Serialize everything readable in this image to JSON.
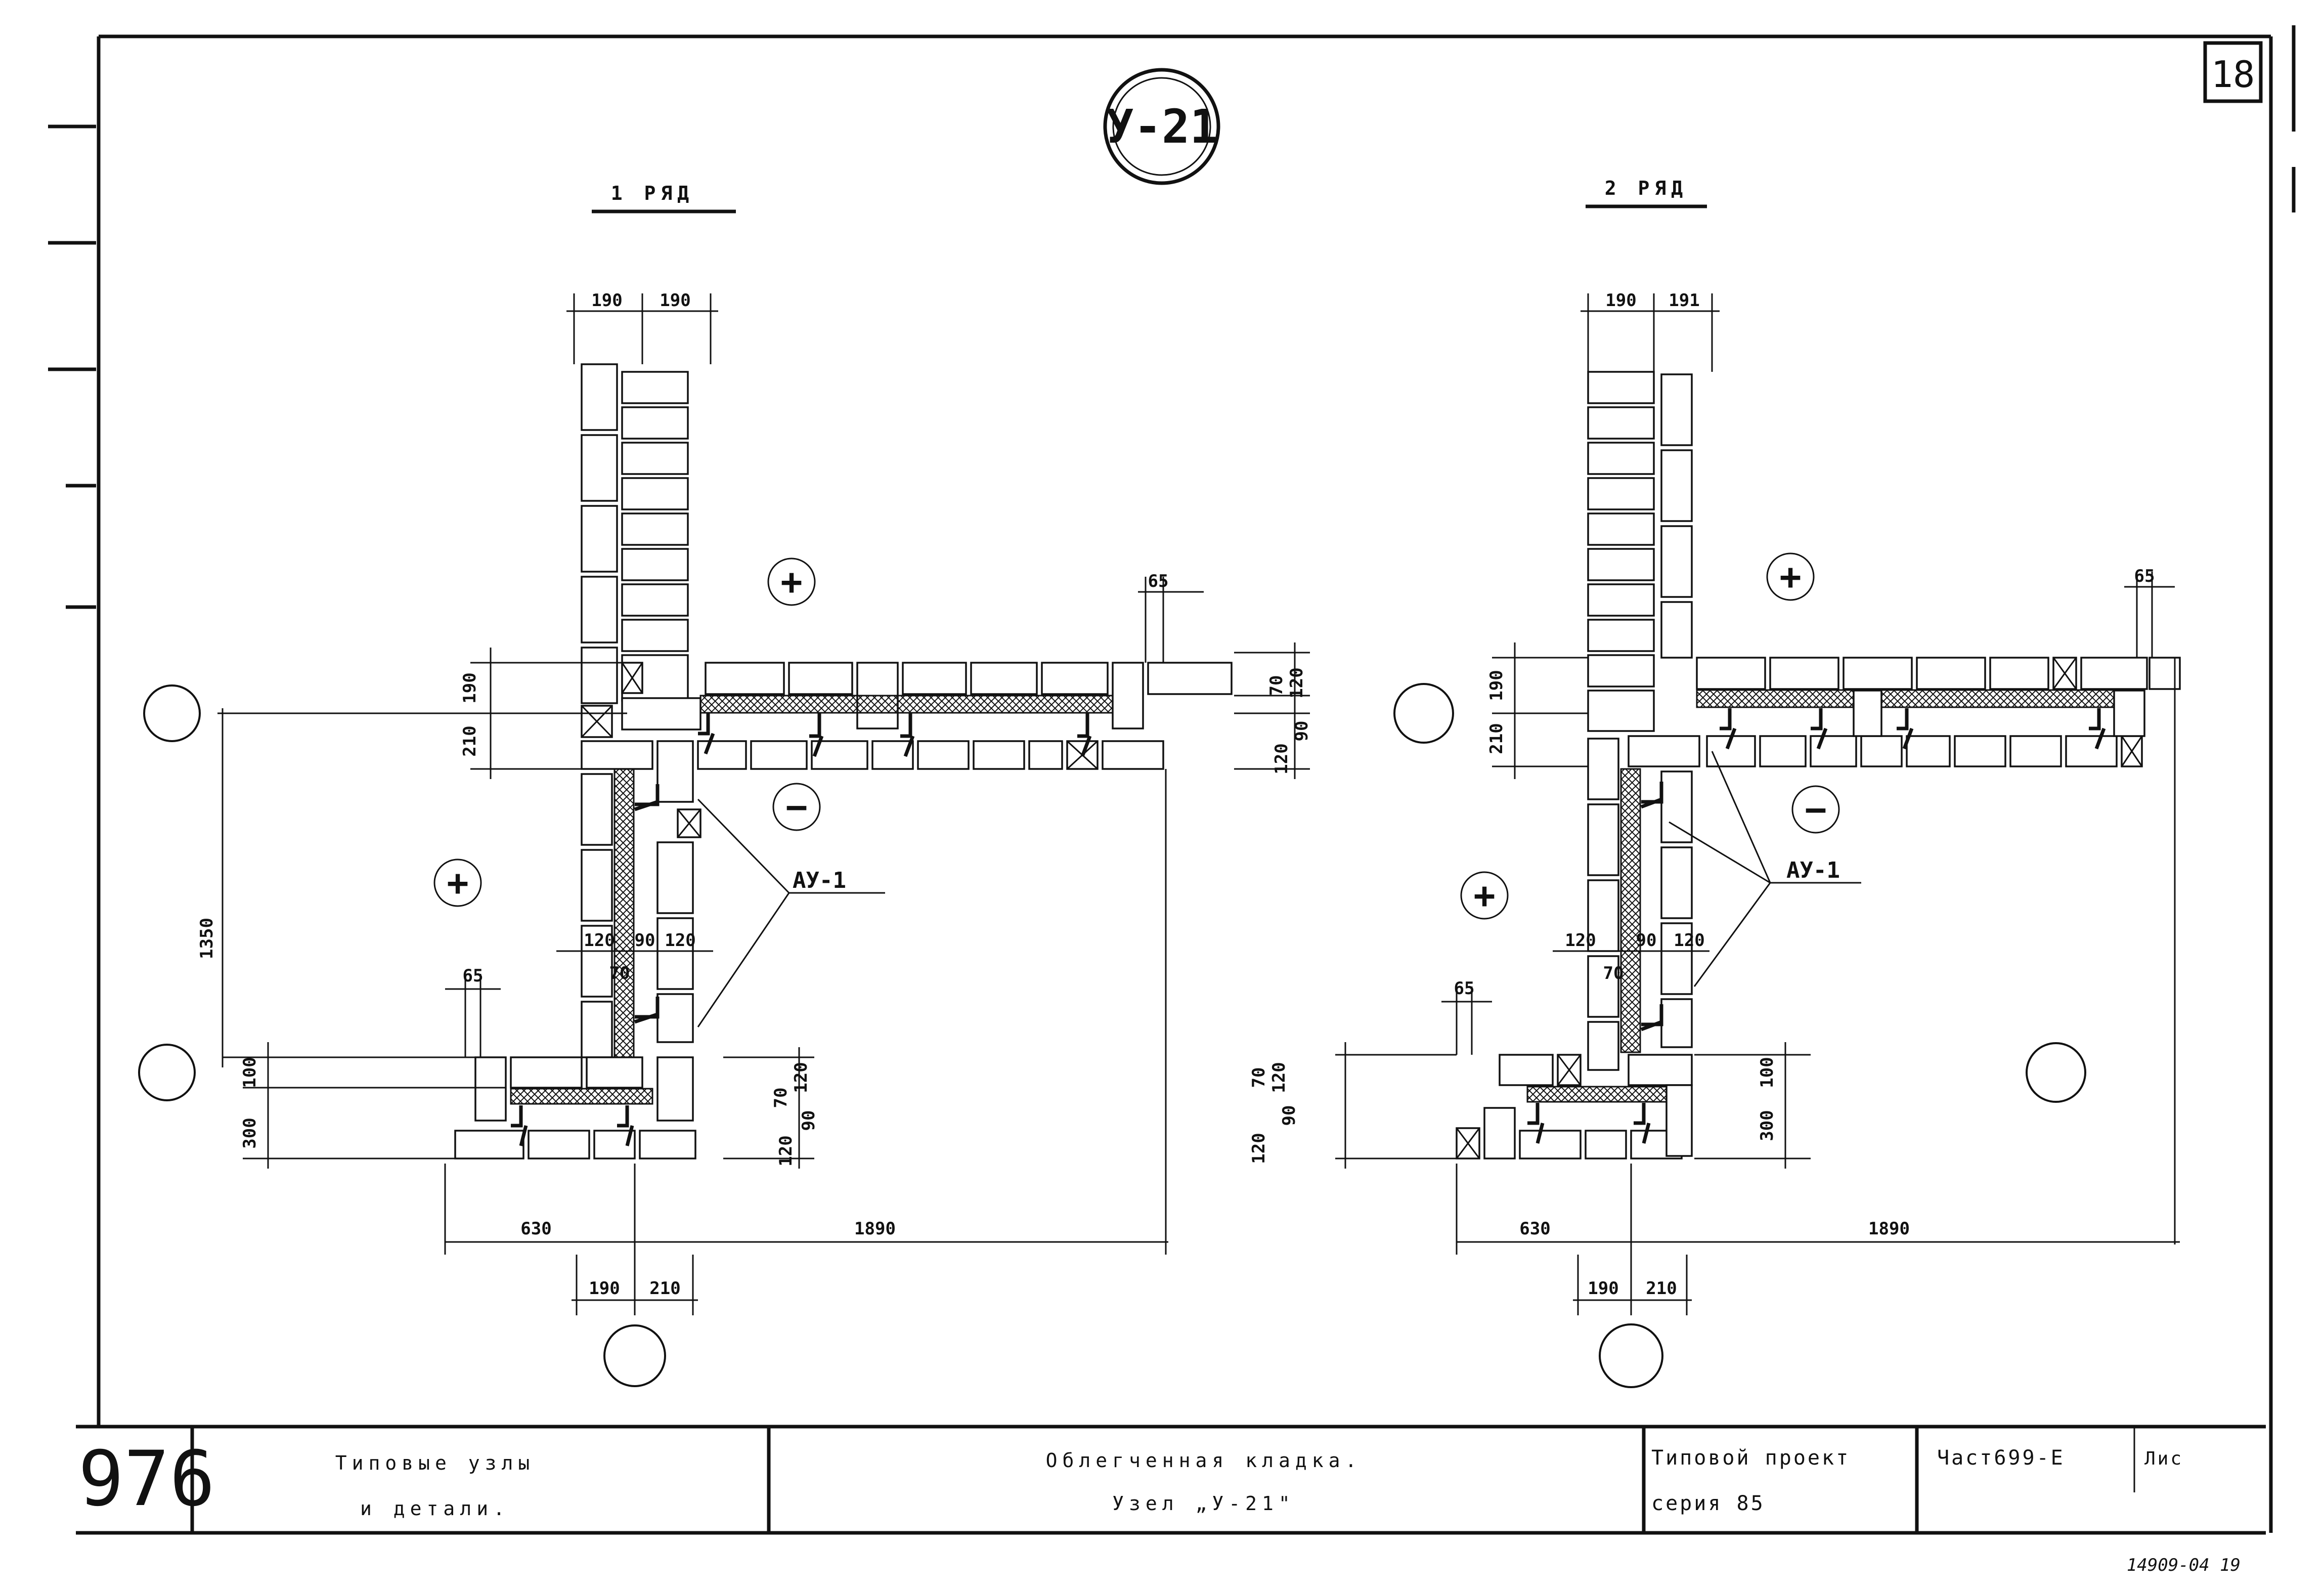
{
  "sheet": {
    "node_badge": "У-21",
    "page_number": "18",
    "side_number": "976",
    "archive_code": "14909-04  19"
  },
  "views": [
    {
      "title": "1 РЯД"
    },
    {
      "title": "2 РЯД"
    }
  ],
  "dimensions": {
    "left": {
      "top_190a": "190",
      "top_190b": "190",
      "v_190": "190",
      "v_210": "210",
      "v_1350": "1350",
      "v_100": "100",
      "v_300": "300",
      "h_65_top": "65",
      "h_65_left": "65",
      "r_70": "70",
      "r_120": "120",
      "r_90": "90",
      "r_120b": "120",
      "b_70": "70",
      "b_120": "120",
      "b_90": "90",
      "b_120b": "120",
      "mid_120a": "120",
      "mid_90": "90",
      "mid_120b": "120",
      "mid_70": "70",
      "bottom_630": "630",
      "bottom_1890": "1890",
      "bottom_190": "190",
      "bottom_210": "210"
    },
    "right": {
      "top_190a": "190",
      "top_190b": "191",
      "v_190": "190",
      "v_210": "210",
      "h_65_top": "65",
      "h_65_left": "65",
      "v_100": "100",
      "v_300": "300",
      "l_70": "70",
      "l_120": "120",
      "l_90": "90",
      "l_120b": "120",
      "mid_120a": "120",
      "mid_90": "90",
      "mid_120b": "120",
      "mid_70": "70",
      "bottom_630": "630",
      "bottom_1890": "1890",
      "bottom_190": "190",
      "bottom_210": "210"
    }
  },
  "labels": {
    "anchor_left": "АУ-1",
    "anchor_right": "АУ-1",
    "plus": "+",
    "minus": "−"
  },
  "title_block": {
    "section_line1": "Типовые узлы",
    "section_line2": "и детали.",
    "drawing_line1": "Облегченная кладка.",
    "drawing_line2": "Узел „У-21\"",
    "project_line1": "Типовой проект",
    "project_line2": "серия 85",
    "part": "Част699-Е",
    "sheet_abbr": "Лис"
  }
}
